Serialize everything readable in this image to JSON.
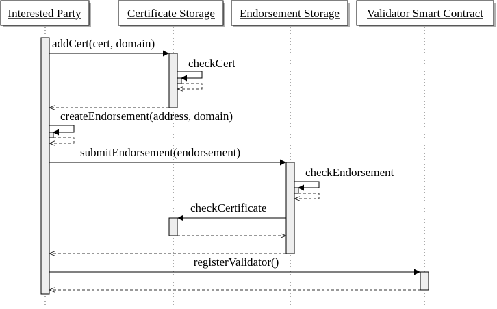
{
  "diagram": {
    "participants": [
      {
        "id": "interested-party",
        "label": "Interested Party"
      },
      {
        "id": "certificate-storage",
        "label": "Certificate Storage"
      },
      {
        "id": "endorsement-storage",
        "label": "Endorsement Storage"
      },
      {
        "id": "validator-smart-contract",
        "label": "Validator Smart Contract"
      }
    ],
    "messages": [
      {
        "id": "add-cert",
        "label": "addCert(cert, domain)",
        "from": "interested-party",
        "to": "certificate-storage",
        "kind": "call"
      },
      {
        "id": "check-cert",
        "label": "checkCert",
        "from": "certificate-storage",
        "to": "certificate-storage",
        "kind": "self"
      },
      {
        "id": "add-cert-return",
        "label": "",
        "from": "certificate-storage",
        "to": "interested-party",
        "kind": "return"
      },
      {
        "id": "create-endorsement",
        "label": "createEndorsement(address, domain)",
        "from": "interested-party",
        "to": "interested-party",
        "kind": "self"
      },
      {
        "id": "submit-endorsement",
        "label": "submitEndorsement(endorsement)",
        "from": "interested-party",
        "to": "endorsement-storage",
        "kind": "call"
      },
      {
        "id": "check-endorsement",
        "label": "checkEndorsement",
        "from": "endorsement-storage",
        "to": "endorsement-storage",
        "kind": "self"
      },
      {
        "id": "check-certificate",
        "label": "checkCertificate",
        "from": "endorsement-storage",
        "to": "certificate-storage",
        "kind": "call"
      },
      {
        "id": "check-certificate-return",
        "label": "",
        "from": "certificate-storage",
        "to": "endorsement-storage",
        "kind": "return"
      },
      {
        "id": "submit-endorsement-return",
        "label": "",
        "from": "endorsement-storage",
        "to": "interested-party",
        "kind": "return"
      },
      {
        "id": "register-validator",
        "label": "registerValidator()",
        "from": "interested-party",
        "to": "validator-smart-contract",
        "kind": "call"
      },
      {
        "id": "register-validator-return",
        "label": "",
        "from": "validator-smart-contract",
        "to": "interested-party",
        "kind": "return"
      }
    ]
  }
}
